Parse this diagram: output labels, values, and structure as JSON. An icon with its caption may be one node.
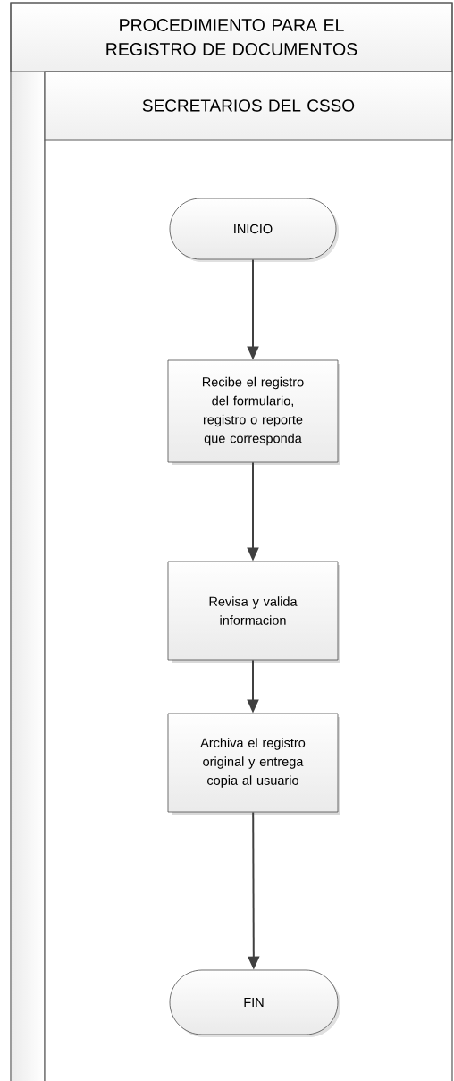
{
  "diagram": {
    "nodes": [
      {
        "text": [
          "PROCEDIMIENTO PARA EL REGISTRO DE DOCUMENTOS"
        ]
      },
      {
        "text": [
          "SECRETARIOS DEL CSSO"
        ],
        "in": 0
      },
      {
        "text": [
          "INICIO"
        ],
        "in": 1
      },
      {
        "text": [
          "Recibe el registro del formulario, registro o reporte que corresponda"
        ],
        "in": 1
      },
      {
        "text": [
          "Revisa y valida informacion"
        ],
        "in": 1
      },
      {
        "text": [
          "Archiva el registro original y entrega copia al usuario"
        ],
        "in": 1
      },
      {
        "text": [
          "FIN"
        ],
        "in": 1
      }
    ],
    "edges": [
      {
        "from": 2,
        "to": 3,
        "arrow": "to"
      },
      {
        "from": 3,
        "to": 4,
        "arrow": "to"
      },
      {
        "from": 4,
        "to": 5,
        "arrow": "to"
      },
      {
        "from": 5,
        "to": 6,
        "arrow": "to"
      }
    ]
  }
}
